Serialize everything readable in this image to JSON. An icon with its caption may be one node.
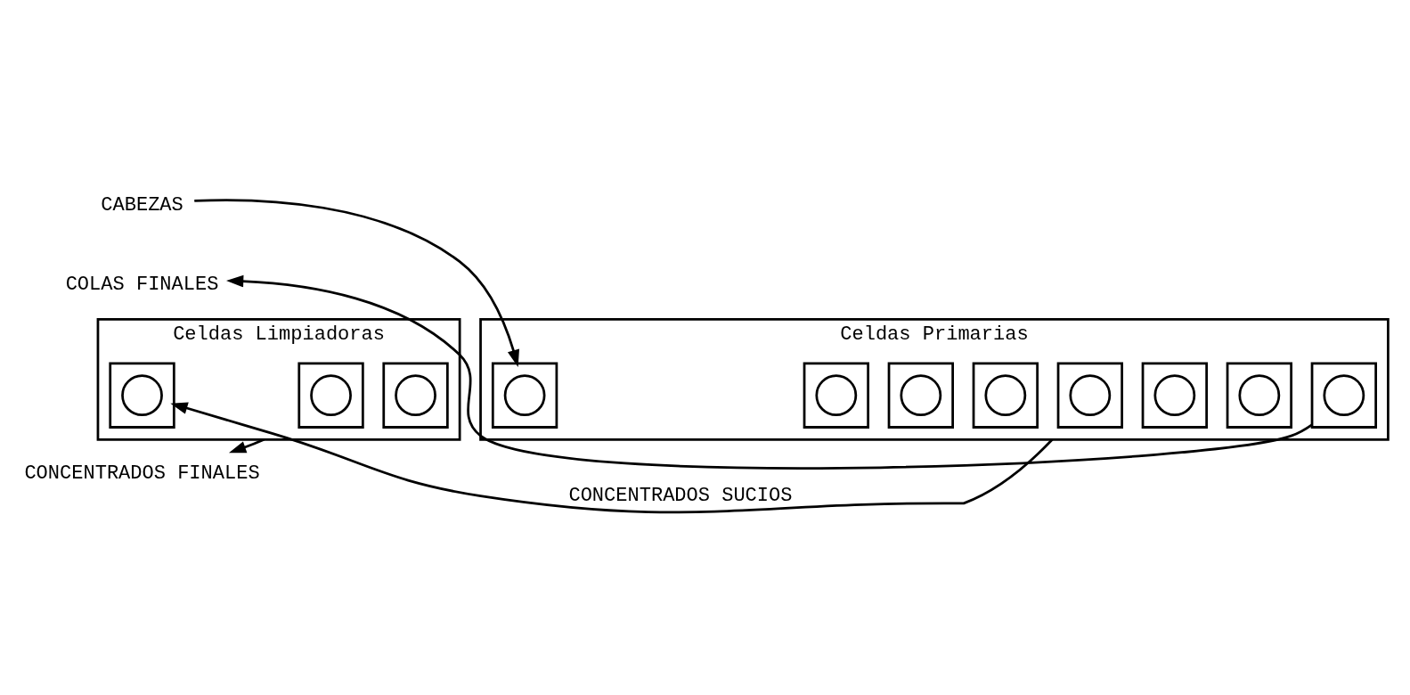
{
  "diagram": {
    "nodes": [
      {
        "text": [
          "CABEZAS"
        ]
      },
      {
        "text": [
          "Celdas Limpiadoras"
        ]
      },
      {
        "text": [],
        "shape": "box",
        "in": 1
      },
      {
        "text": [],
        "shape": "circle",
        "in": 2
      },
      {
        "text": [],
        "shape": "box",
        "in": 1
      },
      {
        "text": [],
        "shape": "circle",
        "in": 4
      },
      {
        "text": [],
        "shape": "box",
        "in": 1
      },
      {
        "text": [],
        "shape": "circle",
        "in": 6
      },
      {
        "text": [
          "Celdas Primarias"
        ]
      },
      {
        "text": [],
        "shape": "box",
        "in": 8
      },
      {
        "text": [],
        "shape": "circle",
        "in": 9
      },
      {
        "text": [],
        "shape": "box",
        "in": 8
      },
      {
        "text": [],
        "shape": "circle",
        "in": 11
      },
      {
        "text": [],
        "shape": "box",
        "in": 8
      },
      {
        "text": [],
        "shape": "circle",
        "in": 13
      },
      {
        "text": [],
        "shape": "box",
        "in": 8
      },
      {
        "text": [],
        "shape": "circle",
        "in": 15
      },
      {
        "text": [],
        "shape": "box",
        "in": 8
      },
      {
        "text": [],
        "shape": "circle",
        "in": 17
      },
      {
        "text": [],
        "shape": "box",
        "in": 8
      },
      {
        "text": [],
        "shape": "circle",
        "in": 19
      },
      {
        "text": [],
        "shape": "box",
        "in": 8
      },
      {
        "text": [],
        "shape": "circle",
        "in": 21
      },
      {
        "text": [],
        "shape": "box",
        "in": 8
      },
      {
        "text": [],
        "shape": "circle",
        "in": 23
      },
      {
        "text": [
          "CONCENTRADOS FINALES"
        ]
      },
      {
        "text": [
          "COLAS FINALES"
        ]
      }
    ],
    "edges": [
      {
        "from": 0,
        "to": 9,
        "arrow": "to"
      },
      {
        "from": 1,
        "to": 25,
        "arrow": "to"
      },
      {
        "from": 8,
        "to": 2,
        "arrow": "to",
        "label": "CONCENTRADOS SUCIOS"
      },
      {
        "from": 23,
        "to": 26,
        "arrow": "to"
      }
    ]
  }
}
